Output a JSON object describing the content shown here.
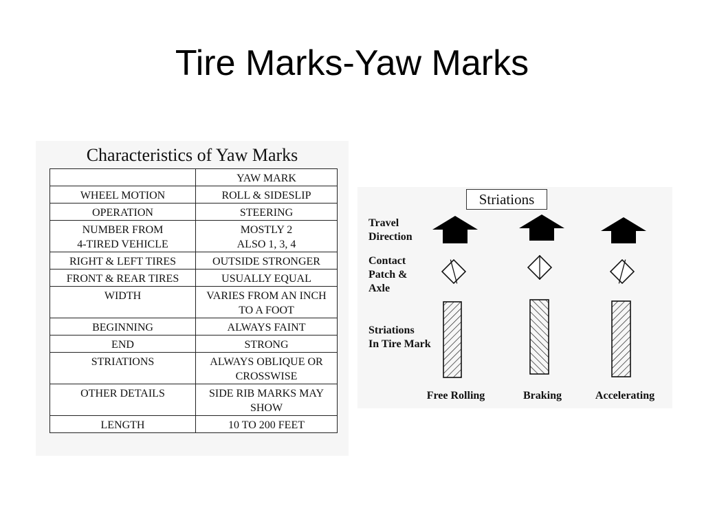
{
  "slide": {
    "title": "Tire Marks-Yaw Marks"
  },
  "table": {
    "heading": "Characteristics of Yaw Marks",
    "header_col2": "YAW MARK",
    "rows": [
      {
        "label": "WHEEL MOTION",
        "value": "ROLL & SIDESLIP"
      },
      {
        "label": "OPERATION",
        "value": "STEERING"
      },
      {
        "label": "NUMBER FROM\n4-TIRED VEHICLE",
        "value": "MOSTLY 2\nALSO 1, 3, 4"
      },
      {
        "label": "RIGHT & LEFT TIRES",
        "value": "OUTSIDE STRONGER"
      },
      {
        "label": "FRONT & REAR TIRES",
        "value": "USUALLY EQUAL"
      },
      {
        "label": "WIDTH",
        "value": "VARIES FROM AN INCH\nTO A FOOT"
      },
      {
        "label": "BEGINNING",
        "value": "ALWAYS FAINT"
      },
      {
        "label": "END",
        "value": "STRONG"
      },
      {
        "label": "STRIATIONS",
        "value": "ALWAYS OBLIQUE OR\nCROSSWISE"
      },
      {
        "label": "OTHER DETAILS",
        "value": "SIDE RIB MARKS MAY\nSHOW"
      },
      {
        "label": "LENGTH",
        "value": "10 TO 200 FEET"
      }
    ]
  },
  "diagram": {
    "title": "Striations",
    "row_labels": {
      "travel": "Travel\nDirection",
      "contact": "Contact\nPatch &\nAxle",
      "striations": "Striations\nIn Tire Mark"
    },
    "columns": [
      {
        "label": "Free Rolling",
        "icon": "arrow-up-icon",
        "hatch": "forward"
      },
      {
        "label": "Braking",
        "icon": "arrow-up-icon",
        "hatch": "backward"
      },
      {
        "label": "Accelerating",
        "icon": "arrow-up-icon",
        "hatch": "forward"
      }
    ]
  }
}
